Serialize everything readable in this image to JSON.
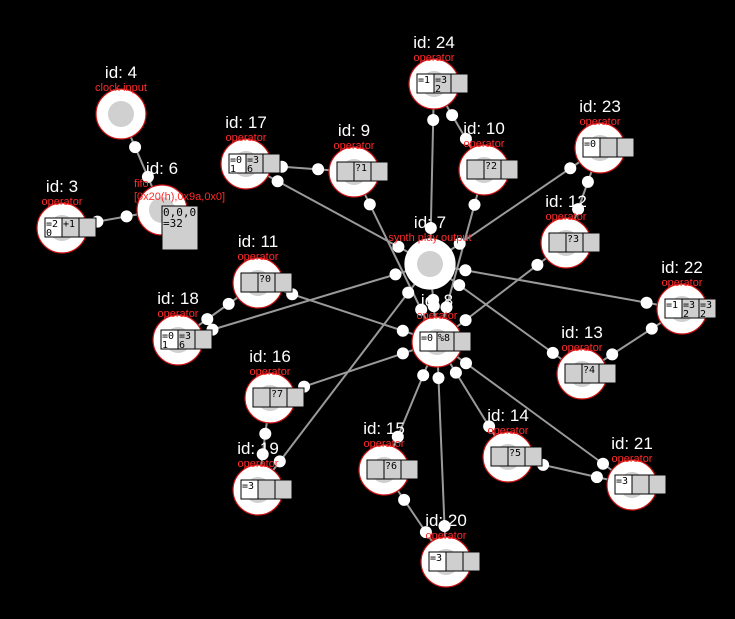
{
  "colors": {
    "background": "#000000",
    "edge": "#9a9a9a",
    "node_ring": "#cc1111",
    "node_fill": "#ffffff",
    "node_core": "#d0d0d0",
    "label_id": "#ffffff",
    "label_type": "#ff2a2a",
    "register_fill": "#cfcfcf"
  },
  "nodes": [
    {
      "key": "n4",
      "id_label": "id: 4",
      "type_label": "clock input",
      "regs": []
    },
    {
      "key": "n6",
      "id_label": "id: 6",
      "type_label": "fifo",
      "extra_label": "[0x20(h),0x9a,0x0]",
      "box_lines": [
        "0,0,0",
        "=32"
      ]
    },
    {
      "key": "n3",
      "id_label": "id: 3",
      "type_label": "operator",
      "regs": [
        [
          "=2",
          "0"
        ],
        [
          "+1",
          ""
        ],
        [
          "",
          ""
        ]
      ]
    },
    {
      "key": "n17",
      "id_label": "id: 17",
      "type_label": "operator",
      "regs": [
        [
          "=0",
          "1"
        ],
        [
          "=3",
          "6"
        ],
        [
          "",
          ""
        ]
      ]
    },
    {
      "key": "n9",
      "id_label": "id: 9",
      "type_label": "operator",
      "regs": [
        [
          "",
          ""
        ],
        [
          "?1",
          ""
        ],
        [
          "",
          ""
        ]
      ]
    },
    {
      "key": "n24",
      "id_label": "id: 24",
      "type_label": "operator",
      "regs": [
        [
          "=1",
          ""
        ],
        [
          "=3",
          "2"
        ],
        [
          "",
          ""
        ]
      ]
    },
    {
      "key": "n10",
      "id_label": "id: 10",
      "type_label": "operator",
      "regs": [
        [
          "",
          ""
        ],
        [
          "?2",
          ""
        ],
        [
          "",
          ""
        ]
      ]
    },
    {
      "key": "n23",
      "id_label": "id: 23",
      "type_label": "operator",
      "regs": [
        [
          "=0",
          ""
        ],
        [
          "",
          ""
        ],
        [
          "",
          ""
        ]
      ]
    },
    {
      "key": "n7",
      "id_label": "id: 7",
      "type_label": "synth play output",
      "regs": []
    },
    {
      "key": "n12",
      "id_label": "id: 12",
      "type_label": "operator",
      "regs": [
        [
          "",
          ""
        ],
        [
          "?3",
          ""
        ],
        [
          "",
          ""
        ]
      ]
    },
    {
      "key": "n11",
      "id_label": "id: 11",
      "type_label": "operator",
      "regs": [
        [
          "",
          ""
        ],
        [
          "?0",
          ""
        ],
        [
          "",
          ""
        ]
      ]
    },
    {
      "key": "n22",
      "id_label": "id: 22",
      "type_label": "operator",
      "regs": [
        [
          "=1",
          ""
        ],
        [
          "=3",
          "2"
        ],
        [
          "=3",
          "2"
        ]
      ]
    },
    {
      "key": "n18",
      "id_label": "id: 18",
      "type_label": "operator",
      "regs": [
        [
          "=0",
          "1"
        ],
        [
          "=3",
          "6"
        ],
        [
          "",
          ""
        ]
      ]
    },
    {
      "key": "n8",
      "id_label": "id: 8",
      "type_label": "operator",
      "regs": [
        [
          "=0",
          ""
        ],
        [
          "%8",
          ""
        ],
        [
          "",
          ""
        ]
      ]
    },
    {
      "key": "n13",
      "id_label": "id: 13",
      "type_label": "operator",
      "regs": [
        [
          "",
          ""
        ],
        [
          "?4",
          ""
        ],
        [
          "",
          ""
        ]
      ]
    },
    {
      "key": "n16",
      "id_label": "id: 16",
      "type_label": "operator",
      "regs": [
        [
          "",
          ""
        ],
        [
          "?7",
          ""
        ],
        [
          "",
          ""
        ]
      ]
    },
    {
      "key": "n19",
      "id_label": "id: 19",
      "type_label": "operator",
      "regs": [
        [
          "=3",
          ""
        ],
        [
          "",
          ""
        ],
        [
          "",
          ""
        ]
      ]
    },
    {
      "key": "n15",
      "id_label": "id: 15",
      "type_label": "operator",
      "regs": [
        [
          "",
          ""
        ],
        [
          "?6",
          ""
        ],
        [
          "",
          ""
        ]
      ]
    },
    {
      "key": "n14",
      "id_label": "id: 14",
      "type_label": "operator",
      "regs": [
        [
          "",
          ""
        ],
        [
          "?5",
          ""
        ],
        [
          "",
          ""
        ]
      ]
    },
    {
      "key": "n21",
      "id_label": "id: 21",
      "type_label": "operator",
      "regs": [
        [
          "=3",
          ""
        ],
        [
          "",
          ""
        ],
        [
          "",
          ""
        ]
      ]
    },
    {
      "key": "n20",
      "id_label": "id: 20",
      "type_label": "operator",
      "regs": [
        [
          "=3",
          ""
        ],
        [
          "",
          ""
        ],
        [
          "",
          ""
        ]
      ]
    }
  ],
  "edges": [
    [
      "n4",
      "n6"
    ],
    [
      "n3",
      "n6"
    ],
    [
      "n17",
      "n7"
    ],
    [
      "n9",
      "n8"
    ],
    [
      "n24",
      "n7"
    ],
    [
      "n10",
      "n8"
    ],
    [
      "n23",
      "n7"
    ],
    [
      "n12",
      "n8"
    ],
    [
      "n11",
      "n8"
    ],
    [
      "n22",
      "n7"
    ],
    [
      "n18",
      "n7"
    ],
    [
      "n13",
      "n7"
    ],
    [
      "n16",
      "n8"
    ],
    [
      "n19",
      "n7"
    ],
    [
      "n15",
      "n8"
    ],
    [
      "n14",
      "n8"
    ],
    [
      "n21",
      "n8"
    ],
    [
      "n20",
      "n8"
    ],
    [
      "n7",
      "n8"
    ],
    [
      "n17",
      "n9"
    ],
    [
      "n24",
      "n10"
    ],
    [
      "n18",
      "n11"
    ],
    [
      "n16",
      "n19"
    ],
    [
      "n15",
      "n20"
    ],
    [
      "n14",
      "n21"
    ],
    [
      "n22",
      "n13"
    ],
    [
      "n12",
      "n23"
    ]
  ]
}
